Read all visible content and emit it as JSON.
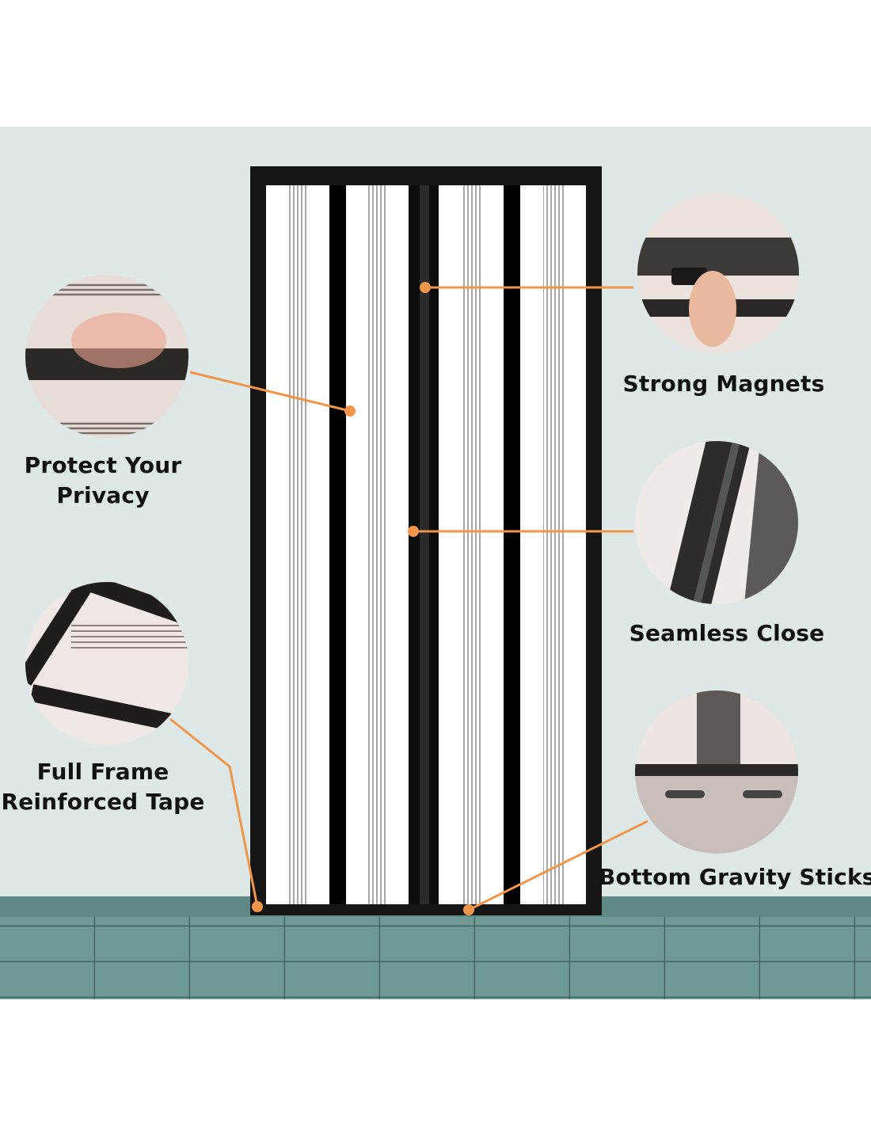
{
  "features": [
    {
      "id": "privacy",
      "lines": [
        "Protect Your",
        "Privacy"
      ]
    },
    {
      "id": "magnets",
      "lines": [
        "Strong Magnets"
      ]
    },
    {
      "id": "seamless",
      "lines": [
        "Seamless Close"
      ]
    },
    {
      "id": "frame",
      "lines": [
        "Full Frame",
        "Reinforced Tape"
      ]
    },
    {
      "id": "gravity",
      "lines": [
        "Bottom Gravity Sticks"
      ]
    }
  ],
  "colors": {
    "accent": "#f0954a",
    "wall": "#dde8e7",
    "floor": "#6e9894",
    "frame": "#111111"
  }
}
